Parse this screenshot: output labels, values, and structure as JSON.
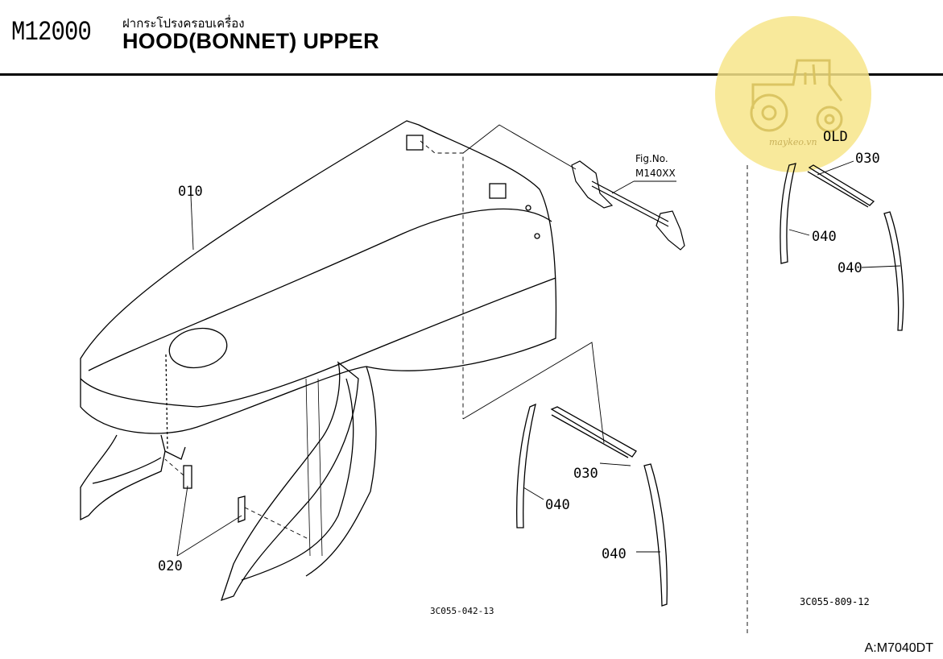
{
  "header": {
    "section_code": "M12000",
    "title_thai": "ฝากระโปรงครอบเครื่อง",
    "title_en": "HOOD(BONNET) UPPER"
  },
  "watermark": {
    "text": "maykeo.vn",
    "color": "#f7e58a"
  },
  "main_diagram": {
    "part_labels": [
      "010",
      "020",
      "030",
      "040",
      "040"
    ],
    "fig_ref_label": "Fig.No.",
    "fig_ref_code": "M140XX",
    "drawing_code": "3C055-042-13"
  },
  "old_panel": {
    "title": "OLD",
    "part_labels": [
      "030",
      "040",
      "040"
    ],
    "drawing_code": "3C055-809-12"
  },
  "footer": {
    "model_code": "A:M7040DT"
  }
}
